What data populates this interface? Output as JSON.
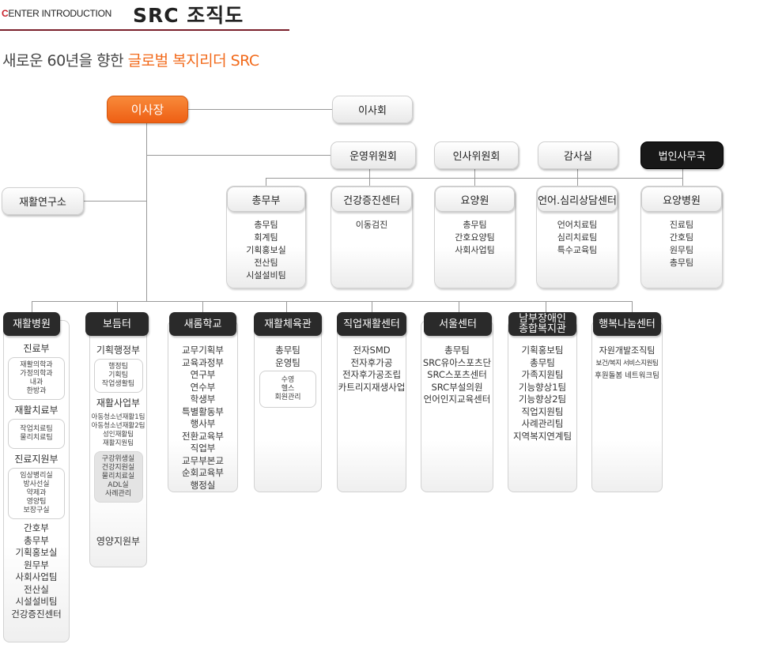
{
  "header": {
    "small_first": "C",
    "small_rest": "ENTER INTRODUCTION",
    "title": "SRC 조직도",
    "subtitle_plain": "새로운 60년을 향한 ",
    "subtitle_highlight": "글로벌 복지리더 SRC"
  },
  "colors": {
    "accent": "#f26a1b",
    "header_line": "#7a1f2b",
    "dark_box": "#181818"
  },
  "top": {
    "chairman": "이사장",
    "board": "이사회",
    "research": "재활연구소",
    "committees": [
      "운영위원회",
      "인사위원회",
      "감사실",
      "법인사무국"
    ]
  },
  "upper_units": [
    {
      "name": "총무부",
      "items": [
        "총무팀",
        "회계팀",
        "기획홍보실",
        "전산팀",
        "시설설비팀"
      ]
    },
    {
      "name": "건강증진센터",
      "items": [
        "이동검진"
      ]
    },
    {
      "name": "요양원",
      "items": [
        "총무팀",
        "간호요양팀",
        "사회사업팀"
      ]
    },
    {
      "name": "언어.심리상담센터",
      "items": [
        "언어치료팀",
        "심리치료팀",
        "특수교육팀"
      ]
    },
    {
      "name": "요양병원",
      "items": [
        "진료팀",
        "간호팀",
        "원무팀",
        "총무팀"
      ]
    }
  ],
  "lower_units": {
    "hospital": {
      "name": "재활병원",
      "dept1": "진료부",
      "dept1_items": [
        "재활의학과",
        "가정의학과",
        "내과",
        "한방과"
      ],
      "dept2": "재활치료부",
      "dept2_items": [
        "작업치료팀",
        "물리치료팀"
      ],
      "dept3": "진료지원부",
      "dept3_items": [
        "임상병리실",
        "방사선실",
        "약제과",
        "영양팀",
        "보장구실"
      ],
      "others": [
        "간호부",
        "총무부",
        "기획홍보실",
        "원무부",
        "사회사업팀",
        "전산실",
        "시설설비팀",
        "건강증진센터"
      ]
    },
    "bodeumteo": {
      "name": "보듬터",
      "dept1": "기획행정부",
      "dept1_items": [
        "행정팀",
        "기획팀",
        "작업생활팀"
      ],
      "dept2": "재활사업부",
      "dept2_items": [
        "아동청소년재활1팀",
        "아동청소년재활2팀",
        "성인재활팀",
        "재활지원팀"
      ],
      "dept2_sub": [
        "구강위생실",
        "건강지원실",
        "물리치료실",
        "ADL실",
        "사례관리"
      ],
      "dept3": "영양지원부"
    },
    "school": {
      "name": "새롬학교",
      "items": [
        "교무기획부",
        "교육과정부",
        "연구부",
        "연수부",
        "학생부",
        "특별활동부",
        "행사부",
        "전환교육부",
        "직업부",
        "교무부본교",
        "순회교육부",
        "행정실"
      ]
    },
    "gym": {
      "name": "재활체육관",
      "items": [
        "총무팀",
        "운영팀"
      ],
      "sub": [
        "수영",
        "헬스",
        "회원관리"
      ]
    },
    "vocational": {
      "name": "직업재활센터",
      "items": [
        "전자SMD",
        "전자후가공",
        "전자후가공조립",
        "카트리지재생사업"
      ]
    },
    "seoul": {
      "name": "서울센터",
      "items": [
        "총무팀",
        "SRC유아스포츠단",
        "SRC스포츠센터",
        "SRC부설의원",
        "언어인지교육센터"
      ]
    },
    "nambu": {
      "name_line1": "남부장애인",
      "name_line2": "종합복지관",
      "items": [
        "기획홍보팀",
        "총무팀",
        "가족지원팀",
        "기능향상1팀",
        "기능향상2팀",
        "직업지원팀",
        "사례관리팀",
        "지역복지연계팀"
      ]
    },
    "sharing": {
      "name": "행복나눔센터",
      "items": [
        "자원개발조직팀",
        "보건/복지 서비스지원팀",
        "후원돌봄 네트워크팀"
      ]
    }
  }
}
